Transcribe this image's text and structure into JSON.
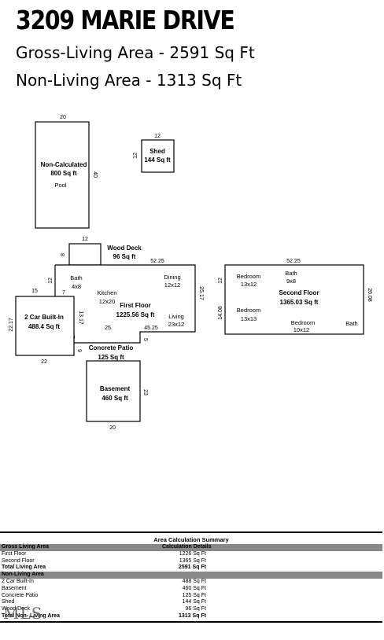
{
  "header": {
    "address": "3209 MARIE DRIVE",
    "gross_living": "Gross-Living Area - 2591 Sq Ft",
    "non_living": "Non-Living Area - 1313 Sq Ft"
  },
  "plan": {
    "non_calculated": {
      "name": "Non-Calculated",
      "area": "800 Sq ft",
      "sub": "Pool",
      "dim_top": "20",
      "dim_side": "40"
    },
    "shed": {
      "name": "Shed",
      "area": "144 Sq ft",
      "dim_top": "12",
      "dim_side": "12"
    },
    "wood_deck": {
      "name": "Wood Deck",
      "area": "96 Sq ft",
      "dim_top": "12",
      "dim_side": "8"
    },
    "first_floor": {
      "name": "First Floor",
      "area": "1225.56 Sq ft",
      "dim_top": "52.25",
      "dim_right": "25.17",
      "dim_a": "12",
      "dim_b": "7",
      "dim_c": "13.17",
      "dim_d": "25",
      "dim_e": "45.25",
      "dim_f": "5",
      "dim_g": "5"
    },
    "rooms": {
      "bath": "Bath",
      "bath_size": "4x8",
      "kitchen": "Kitchen",
      "kitchen_size": "12x20",
      "dining": "Dining",
      "dining_size": "12x12",
      "living": "Living",
      "living_size": "23x12"
    },
    "garage": {
      "name": "2 Car Built-In",
      "area": "488.4 Sq ft",
      "dim_top": "15",
      "dim_left": "22.17",
      "dim_bottom": "22",
      "dim_right": "9"
    },
    "patio": {
      "name": "Concrete Patio",
      "area": "125 Sq ft"
    },
    "basement": {
      "name": "Basement",
      "area": "460 Sq ft",
      "dim_bottom": "20",
      "dim_side": "23"
    },
    "second_floor": {
      "name": "Second Floor",
      "area": "1365.03 Sq ft",
      "dim_top": "52.25",
      "dim_right": "26.08",
      "dim_left_a": "12",
      "dim_left_b": "14.08",
      "bedroom1": "Bedroom",
      "bedroom1_size": "13x12",
      "bath": "Bath",
      "bath_size": "9x8",
      "bedroom2": "Bedroom",
      "bedroom2_size": "13x13",
      "bedroom3": "Bedroom",
      "bedroom3_size": "10x12",
      "bath2": "Bath"
    }
  },
  "summary": {
    "title": "Area Calculation Summary",
    "gla_header": "Gross Living Area",
    "calc_header": "Calculation Details",
    "gla_rows": [
      {
        "label": "First Floor",
        "value": "1226 Sq Ft"
      },
      {
        "label": "Second Floor",
        "value": "1365 Sq Ft"
      },
      {
        "label": "Total Living Area",
        "value": "2591 Sq Ft"
      }
    ],
    "nla_header": "Non-Living Area",
    "nla_rows": [
      {
        "label": "2 Car Built-In",
        "value": "488 Sq Ft"
      },
      {
        "label": "Basement",
        "value": "460 Sq Ft"
      },
      {
        "label": "Concrete Patio",
        "value": "125 Sq Ft"
      },
      {
        "label": "Shed",
        "value": "144 Sq Ft"
      },
      {
        "label": "Wood Deck",
        "value": "96 Sq Ft"
      },
      {
        "label": "Total Non- Living Area",
        "value": "1313 Sq Ft"
      }
    ],
    "watermark": "MLS"
  }
}
